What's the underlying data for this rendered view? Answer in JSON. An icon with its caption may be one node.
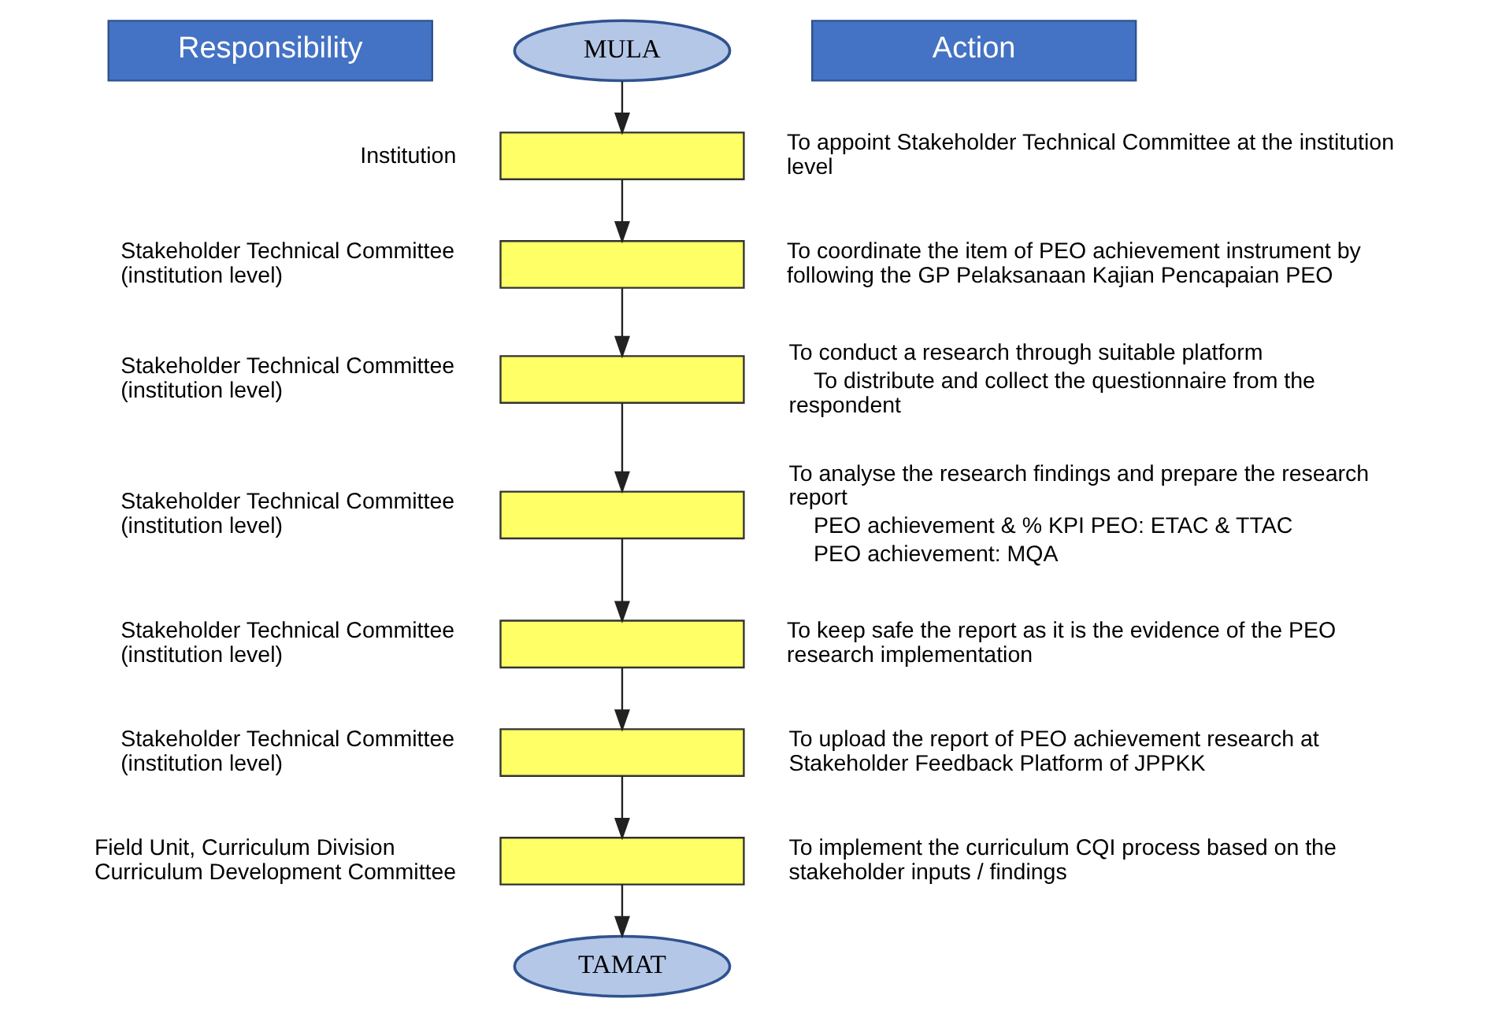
{
  "diagram": {
    "nodes": [
      {
        "text": [
          "Responsibility"
        ]
      },
      {
        "text": [
          "MULA"
        ]
      },
      {
        "text": [
          "Action"
        ]
      },
      {
        "text": [],
        "shape": "box"
      },
      {
        "text": [],
        "shape": "box"
      },
      {
        "text": [],
        "shape": "box"
      },
      {
        "text": [],
        "shape": "box"
      },
      {
        "text": [],
        "shape": "box"
      },
      {
        "text": [],
        "shape": "box"
      },
      {
        "text": [],
        "shape": "box"
      },
      {
        "text": [
          "TAMAT"
        ]
      }
    ],
    "edges": [
      {
        "from": 1,
        "to": 3,
        "arrow": "to"
      },
      {
        "from": 3,
        "to": 4,
        "arrow": "to"
      },
      {
        "from": 4,
        "to": 5,
        "arrow": "to"
      },
      {
        "from": 5,
        "to": 6,
        "arrow": "to"
      },
      {
        "from": 6,
        "to": 7,
        "arrow": "to"
      },
      {
        "from": 7,
        "to": 8,
        "arrow": "to"
      },
      {
        "from": 8,
        "to": 9,
        "arrow": "to"
      },
      {
        "from": 9,
        "to": 10,
        "arrow": "to"
      }
    ],
    "labels": [
      "Institution",
      "To appoint Stakeholder Technical Committee at the institution level",
      "Stakeholder Technical Committee (institution level)",
      "To coordinate the item of PEO achievement instrument by following the GP Pelaksanaan Kajian Pencapaian PEO",
      "Stakeholder Technical Committee (institution level)",
      "To conduct a research through suitable platform",
      "To distribute and collect the questionnaire from the respondent",
      "Stakeholder Technical Committee (institution level)",
      "To analyse the research findings and prepare the research report",
      "PEO achievement & % KPI PEO: ETAC & TTAC",
      "PEO achievement: MQA",
      "Stakeholder Technical Committee (institution level)",
      "To keep safe the report as it is the evidence of the PEO research implementation",
      "Stakeholder Technical Committee (institution level)",
      "To upload the report of PEO achievement research at Stakeholder Feedback Platform of JPPKK",
      "Field Unit, Curriculum Division Curriculum Development Committee",
      "To implement the curriculum CQI process based on the stakeholder inputs / findings"
    ]
  }
}
